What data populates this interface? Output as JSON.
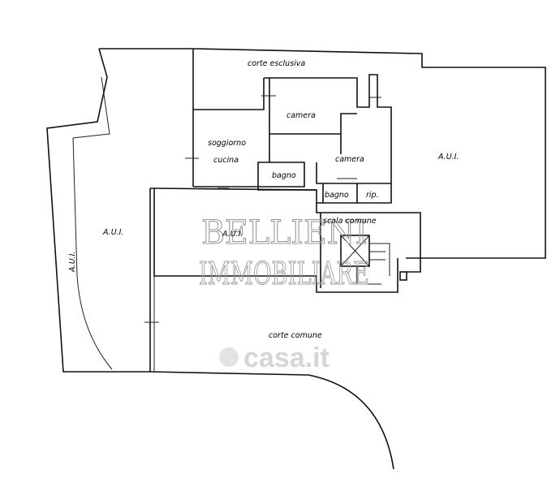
{
  "labels": {
    "corte_esclusiva": "corte esclusiva",
    "camera_top": "camera",
    "soggiorno": "soggiorno",
    "cucina": "cucina",
    "camera_right": "camera",
    "bagno_left": "bagno",
    "bagno_right": "bagno",
    "rip": "rip.",
    "aui_left_strip": "A.U.I.",
    "aui_left": "A.U.I.",
    "aui_center": "A.U.I.",
    "aui_right": "A.U.I.",
    "scala_comune": "scala comune",
    "corte_comune": "corte comune"
  },
  "watermark": {
    "line1": "BELLIENI",
    "line2": "IMMOBILIARE",
    "casa": "casa.it"
  }
}
